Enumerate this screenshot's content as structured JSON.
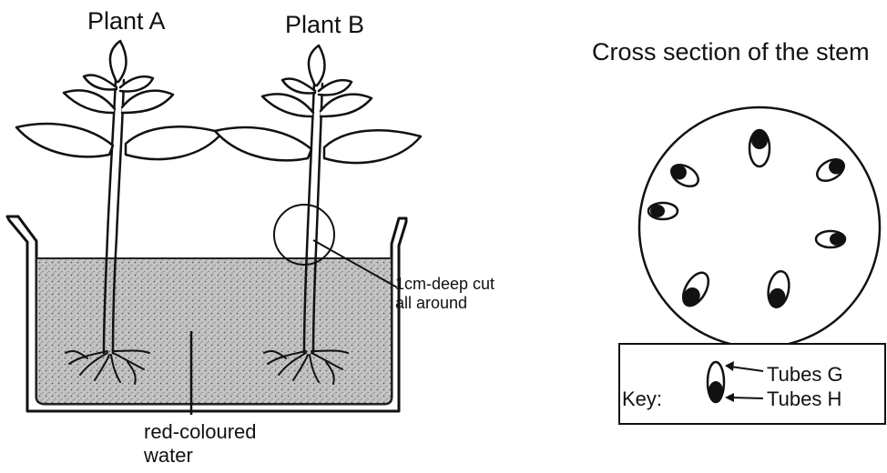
{
  "labels": {
    "plant_a": "Plant A",
    "plant_b": "Plant B",
    "cross_section_title": "Cross section of the stem",
    "cut_note": "1cm-deep cut all around",
    "water_note": "red-coloured water",
    "key": "Key:",
    "tubes_g": "Tubes G",
    "tubes_h": "Tubes H"
  },
  "colors": {
    "ink": "#111111",
    "water_fill": "#b9b9b9",
    "background": "#ffffff"
  }
}
